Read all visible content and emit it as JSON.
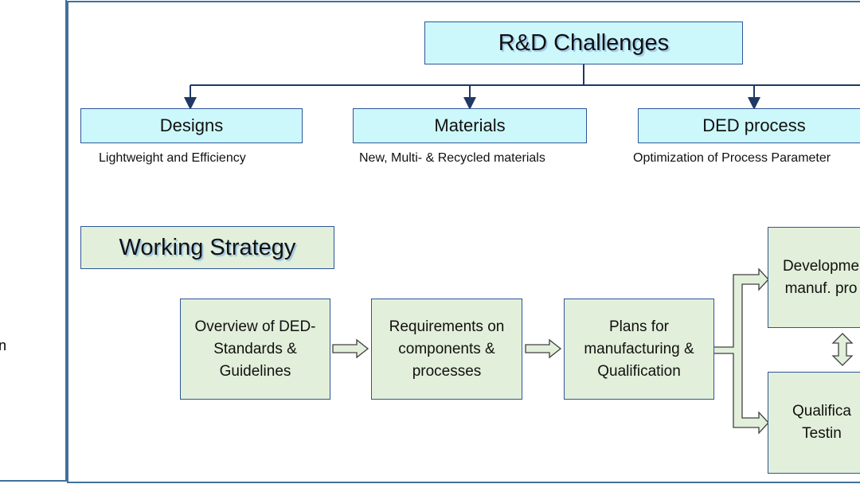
{
  "left_fragment": "n",
  "rd": {
    "title": "R&D Challenges",
    "categories": [
      {
        "label": "Designs",
        "sub": "Lightweight and Efficiency"
      },
      {
        "label": "Materials",
        "sub": "New, Multi- & Recycled materials"
      },
      {
        "label": "DED process",
        "sub": "Optimization of Process Parameter"
      }
    ]
  },
  "strategy": {
    "title": "Working Strategy",
    "steps": [
      "Overview of DED- Standards & Guidelines",
      "Requirements on components & processes",
      "Plans for manufacturing & Qualification"
    ],
    "branches": [
      "Developme manuf. pro",
      "Qualifica Testin"
    ]
  },
  "colors": {
    "frame": "#41719c",
    "cyan_box": "#ccf8fc",
    "green_box": "#e2efda",
    "line": "#1f3864"
  }
}
